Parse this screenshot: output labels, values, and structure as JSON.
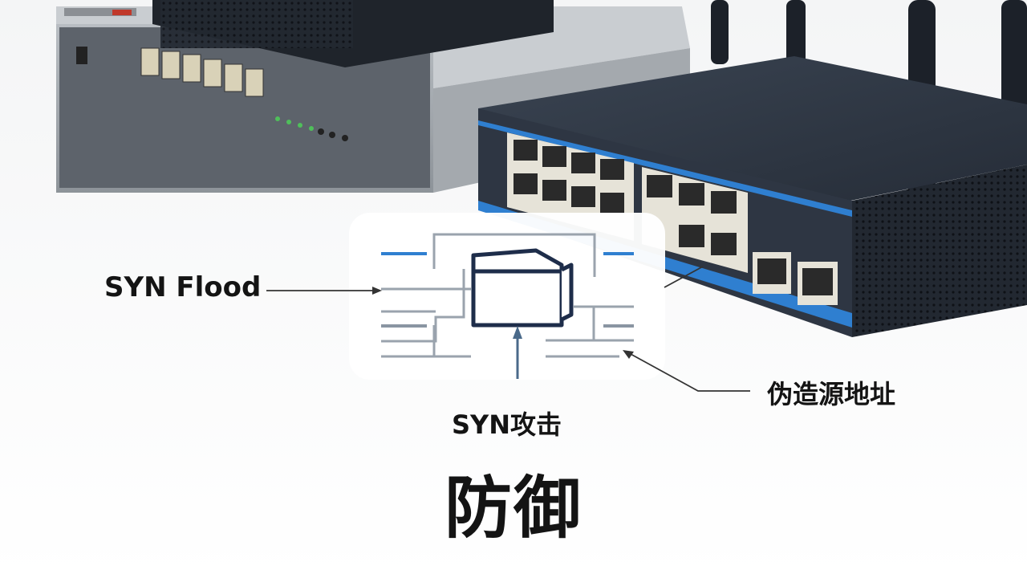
{
  "labels": {
    "syn_flood": "SYN Flood",
    "spoofed_source": "伪造源地址",
    "syn_attack": "SYN攻击",
    "title": "防御"
  },
  "colors": {
    "background": "#ffffff",
    "text": "#141414",
    "accent_blue": "#2f7fd0",
    "device_dark": "#2b3442",
    "device_silver": "#9aa0a6",
    "icon_navy": "#1e2d4a"
  },
  "icons": {
    "center_graphic": "network-packet-icon"
  }
}
